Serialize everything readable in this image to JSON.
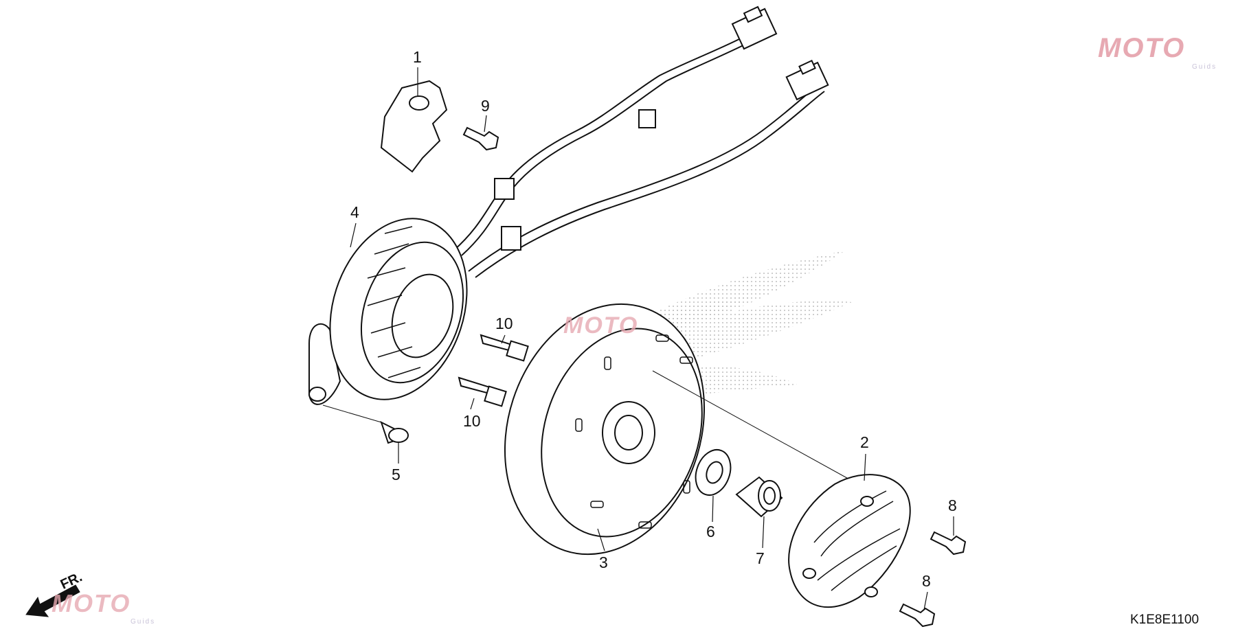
{
  "diagram_code": "K1E8E1100",
  "front_marker": "FR.",
  "watermark": {
    "text": "MOTO",
    "sub": "Guids",
    "color": "#e7a9b2"
  },
  "callouts": [
    {
      "id": "1",
      "label": "1"
    },
    {
      "id": "9",
      "label": "9"
    },
    {
      "id": "4",
      "label": "4"
    },
    {
      "id": "10a",
      "label": "10"
    },
    {
      "id": "10b",
      "label": "10"
    },
    {
      "id": "5",
      "label": "5"
    },
    {
      "id": "3",
      "label": "3"
    },
    {
      "id": "6",
      "label": "6"
    },
    {
      "id": "7",
      "label": "7"
    },
    {
      "id": "2",
      "label": "2"
    },
    {
      "id": "8a",
      "label": "8"
    },
    {
      "id": "8b",
      "label": "8"
    }
  ],
  "parts": [
    {
      "ref": "1",
      "icon": "clamp-plate-icon"
    },
    {
      "ref": "2",
      "icon": "cooling-fan-icon"
    },
    {
      "ref": "3",
      "icon": "flywheel-icon"
    },
    {
      "ref": "4",
      "icon": "stator-icon"
    },
    {
      "ref": "5",
      "icon": "screw-icon"
    },
    {
      "ref": "6",
      "icon": "oil-seal-icon"
    },
    {
      "ref": "7",
      "icon": "collar-icon"
    },
    {
      "ref": "8",
      "icon": "flange-bolt-icon"
    },
    {
      "ref": "9",
      "icon": "flange-bolt-icon"
    },
    {
      "ref": "10",
      "icon": "socket-bolt-icon"
    }
  ]
}
